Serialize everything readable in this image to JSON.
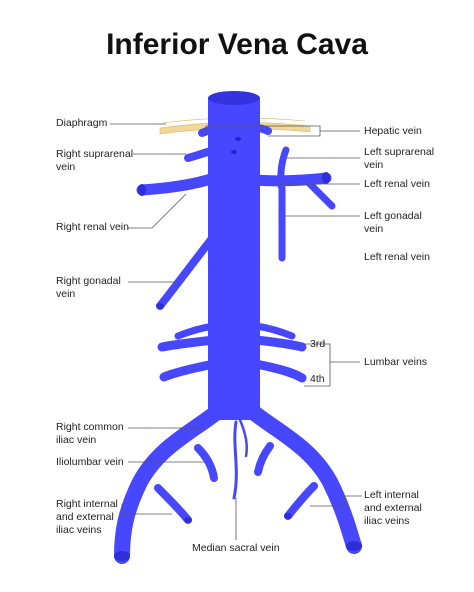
{
  "title": "Inferior Vena Cava",
  "colors": {
    "vein": "#4747ff",
    "vein_dark": "#3333e0",
    "diaphragm": "#f1d79a",
    "leader": "#555555"
  },
  "labels": {
    "diaphragm": "Diaphragm",
    "right_suprarenal_vein": "Right suprarenal\nvein",
    "right_renal_vein": "Right renal vein",
    "right_gonadal_vein": "Right gonadal\nvein",
    "right_common_iliac_vein": "Right common\niliac vein",
    "iliolumbar_vein": "Iliolumbar vein",
    "right_internal_external_iliac_veins": "Right internal\nand external\niliac veins",
    "median_sacral_vein": "Median sacral vein",
    "hepatic_vein": "Hepatic vein",
    "left_suprarenal_vein": "Left suprarenal\nvein",
    "left_renal_vein_upper": "Left renal vein",
    "left_gonadal_vein": "Left gonadal\nvein",
    "left_renal_vein_lower": "Left renal vein",
    "lumbar_3rd": "3rd",
    "lumbar_4th": "4th",
    "lumbar_veins": "Lumbar veins",
    "left_internal_external_iliac_veins": "Left internal\nand external\niliac veins"
  }
}
